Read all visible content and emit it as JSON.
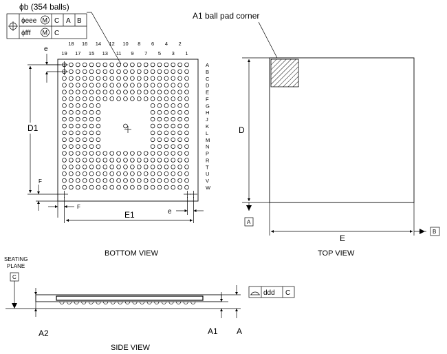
{
  "labels": {
    "balls_spec": "ϕb (354 balls)",
    "a1_corner": "A1 ball pad corner",
    "bottom_view": "BOTTOM VIEW",
    "top_view": "TOP VIEW",
    "side_view": "SIDE VIEW",
    "seating_line1": "SEATING",
    "seating_line2": "PLANE"
  },
  "fcf": {
    "row1": {
      "tol": "ϕeee",
      "modifier": "M",
      "refs": [
        "C",
        "A",
        "B"
      ]
    },
    "row2": {
      "tol": "ϕfff",
      "modifier": "M",
      "refs": [
        "C"
      ]
    },
    "flatness": {
      "tol": "ddd",
      "ref": "C"
    }
  },
  "dims": {
    "e": "e",
    "F": "F",
    "D1": "D1",
    "E1": "E1",
    "D": "D",
    "E": "E",
    "A": "A",
    "A1": "A1",
    "A2": "A2"
  },
  "datums": {
    "A": "A",
    "B": "B",
    "C": "C"
  },
  "grid": {
    "col_labels_top": [
      "18",
      "16",
      "14",
      "12",
      "10",
      "8",
      "6",
      "4",
      "2"
    ],
    "col_labels_bottom": [
      "19",
      "17",
      "15",
      "13",
      "11",
      "9",
      "7",
      "5",
      "3",
      "1"
    ],
    "row_labels": [
      "A",
      "B",
      "C",
      "D",
      "E",
      "F",
      "G",
      "H",
      "J",
      "K",
      "L",
      "M",
      "N",
      "P",
      "R",
      "T",
      "U",
      "V",
      "W"
    ],
    "total_balls": 354
  }
}
